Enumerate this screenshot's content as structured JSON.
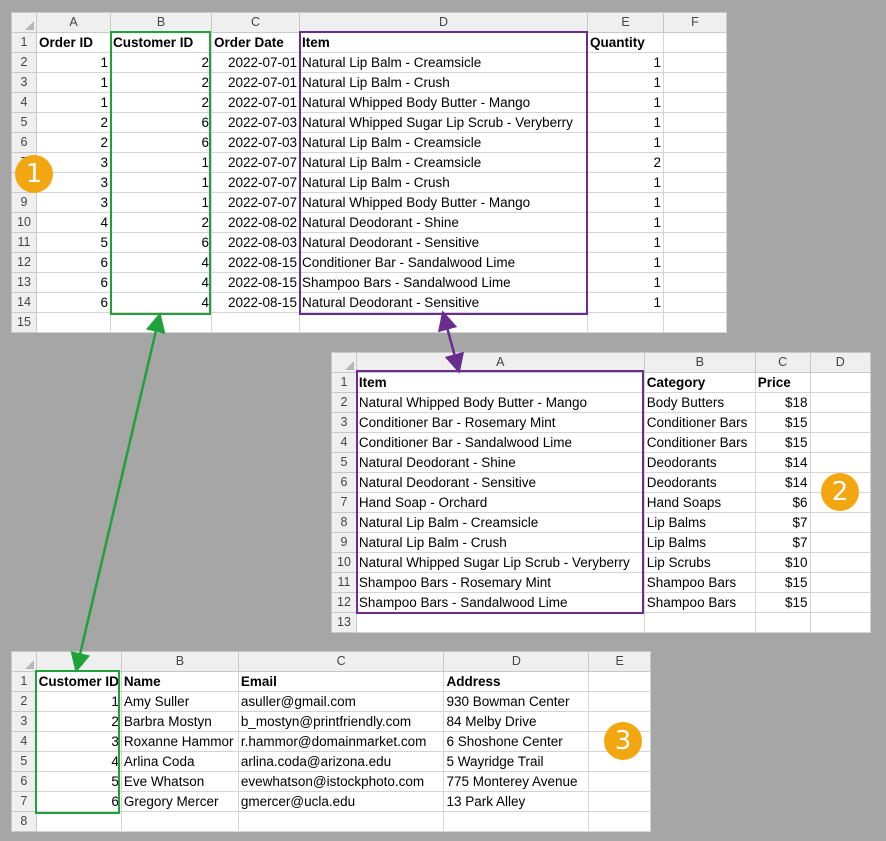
{
  "orders_sheet": {
    "columns": [
      "A",
      "B",
      "C",
      "D",
      "E",
      "F"
    ],
    "rows": [
      [
        "Order ID",
        "Customer ID",
        "Order Date",
        "Item",
        "Quantity",
        ""
      ],
      [
        "1",
        "2",
        "2022-07-01",
        "Natural Lip Balm - Creamsicle",
        "1",
        ""
      ],
      [
        "1",
        "2",
        "2022-07-01",
        "Natural Lip Balm - Crush",
        "1",
        ""
      ],
      [
        "1",
        "2",
        "2022-07-01",
        "Natural Whipped Body Butter - Mango",
        "1",
        ""
      ],
      [
        "2",
        "6",
        "2022-07-03",
        "Natural Whipped Sugar Lip Scrub - Veryberry",
        "1",
        ""
      ],
      [
        "2",
        "6",
        "2022-07-03",
        "Natural Lip Balm - Creamsicle",
        "1",
        ""
      ],
      [
        "3",
        "1",
        "2022-07-07",
        "Natural Lip Balm - Creamsicle",
        "2",
        ""
      ],
      [
        "3",
        "1",
        "2022-07-07",
        "Natural Lip Balm - Crush",
        "1",
        ""
      ],
      [
        "3",
        "1",
        "2022-07-07",
        "Natural Whipped Body Butter - Mango",
        "1",
        ""
      ],
      [
        "4",
        "2",
        "2022-08-02",
        "Natural Deodorant - Shine",
        "1",
        ""
      ],
      [
        "5",
        "6",
        "2022-08-03",
        "Natural Deodorant - Sensitive",
        "1",
        ""
      ],
      [
        "6",
        "4",
        "2022-08-15",
        "Conditioner Bar - Sandalwood Lime",
        "1",
        ""
      ],
      [
        "6",
        "4",
        "2022-08-15",
        "Shampoo Bars - Sandalwood Lime",
        "1",
        ""
      ],
      [
        "6",
        "4",
        "2022-08-15",
        "Natural Deodorant - Sensitive",
        "1",
        ""
      ],
      [
        "",
        "",
        "",
        "",
        "",
        ""
      ]
    ]
  },
  "products_sheet": {
    "columns": [
      "A",
      "B",
      "C",
      "D"
    ],
    "rows": [
      [
        "Item",
        "Category",
        "Price",
        ""
      ],
      [
        "Natural Whipped Body Butter - Mango",
        "Body Butters",
        "$18",
        ""
      ],
      [
        "Conditioner Bar - Rosemary Mint",
        "Conditioner Bars",
        "$15",
        ""
      ],
      [
        "Conditioner Bar - Sandalwood Lime",
        "Conditioner Bars",
        "$15",
        ""
      ],
      [
        "Natural Deodorant - Shine",
        "Deodorants",
        "$14",
        ""
      ],
      [
        "Natural Deodorant - Sensitive",
        "Deodorants",
        "$14",
        ""
      ],
      [
        "Hand Soap - Orchard",
        "Hand Soaps",
        "$6",
        ""
      ],
      [
        "Natural Lip Balm - Creamsicle",
        "Lip Balms",
        "$7",
        ""
      ],
      [
        "Natural Lip Balm - Crush",
        "Lip Balms",
        "$7",
        ""
      ],
      [
        "Natural Whipped Sugar Lip Scrub - Veryberry",
        "Lip Scrubs",
        "$10",
        ""
      ],
      [
        "Shampoo Bars - Rosemary Mint",
        "Shampoo Bars",
        "$15",
        ""
      ],
      [
        "Shampoo Bars - Sandalwood Lime",
        "Shampoo Bars",
        "$15",
        ""
      ],
      [
        "",
        "",
        "",
        ""
      ]
    ]
  },
  "customers_sheet": {
    "columns": [
      "A",
      "B",
      "C",
      "D",
      "E"
    ],
    "rows": [
      [
        "Customer ID",
        "Name",
        "Email",
        "Address",
        ""
      ],
      [
        "1",
        "Amy Suller",
        "asuller@gmail.com",
        "930 Bowman Center",
        ""
      ],
      [
        "2",
        "Barbra Mostyn",
        "b_mostyn@printfriendly.com",
        "84 Melby Drive",
        ""
      ],
      [
        "3",
        "Roxanne Hammor",
        "r.hammor@domainmarket.com",
        "6 Shoshone Center",
        ""
      ],
      [
        "4",
        "Arlina Coda",
        "arlina.coda@arizona.edu",
        "5 Wayridge Trail",
        ""
      ],
      [
        "5",
        "Eve Whatson",
        "evewhatson@istockphoto.com",
        "775 Monterey Avenue",
        ""
      ],
      [
        "6",
        "Gregory Mercer",
        "gmercer@ucla.edu",
        "13 Park Alley",
        ""
      ],
      [
        "",
        "",
        "",
        "",
        ""
      ]
    ]
  },
  "badges": [
    "1",
    "2",
    "3"
  ],
  "colors": {
    "green": "#20a23a",
    "purple": "#6b2c8f",
    "badge": "#f2a60f",
    "background": "#a6a6a6"
  }
}
